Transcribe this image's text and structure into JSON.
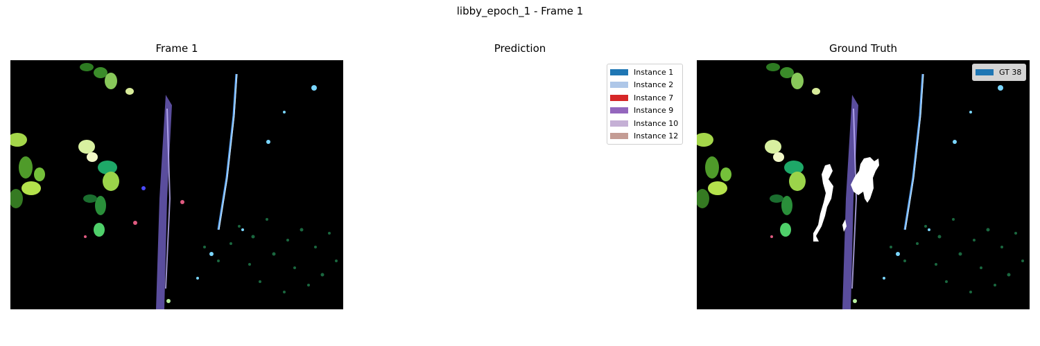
{
  "figure": {
    "title": "libby_epoch_1 - Frame 1"
  },
  "panels": {
    "frame": {
      "title": "Frame 1"
    },
    "prediction": {
      "title": "Prediction",
      "legend": [
        {
          "label": "Instance 1",
          "color": "#1f77b4"
        },
        {
          "label": "Instance 2",
          "color": "#aec7e8"
        },
        {
          "label": "Instance 7",
          "color": "#d62728"
        },
        {
          "label": "Instance 9",
          "color": "#9467bd"
        },
        {
          "label": "Instance 10",
          "color": "#c5b0d5"
        },
        {
          "label": "Instance 12",
          "color": "#c49c94"
        }
      ]
    },
    "ground_truth": {
      "title": "Ground Truth",
      "legend": [
        {
          "label": "GT 38",
          "color": "#1f77b4"
        }
      ]
    }
  }
}
